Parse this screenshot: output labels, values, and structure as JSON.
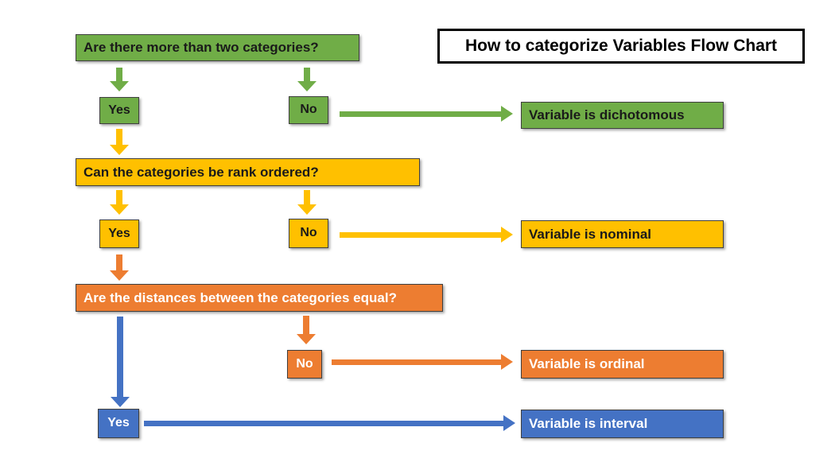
{
  "title": "How to categorize Variables Flow Chart",
  "palette": {
    "green": "#70AD47",
    "gold": "#FFC000",
    "orange": "#ED7D31",
    "blue": "#4472C4",
    "box_border": "#3F3F3F",
    "title_border": "#000000",
    "background": "#FFFFFF"
  },
  "flow": {
    "level1": {
      "question": "Are there more than two categories?",
      "yes": "Yes",
      "no": "No",
      "no_result": "Variable is dichotomous",
      "color": "#70AD47"
    },
    "level2": {
      "question": "Can the categories be rank ordered?",
      "yes": "Yes",
      "no": "No",
      "no_result": "Variable is nominal",
      "color": "#FFC000"
    },
    "level3": {
      "question": "Are the distances between the categories equal?",
      "no": "No",
      "no_result": "Variable is ordinal",
      "color": "#ED7D31"
    },
    "level4": {
      "yes": "Yes",
      "yes_result": "Variable is interval",
      "color": "#4472C4"
    }
  }
}
